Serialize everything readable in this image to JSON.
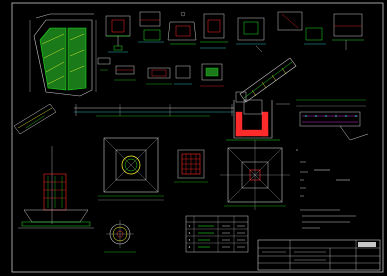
{
  "drawing": {
    "colors": {
      "background": "#ffffff",
      "sheet": "#000000",
      "outline": "#c8c8c8",
      "green": "#1ee01e",
      "red": "#ff2a2a",
      "yellow": "#ffff33",
      "cyan": "#33e6e6",
      "magenta": "#ff33ff",
      "white": "#f2f2f2"
    },
    "schedule": {
      "header": [
        "",
        "",
        "",
        ""
      ],
      "rows": [
        {
          "no": "1",
          "c1": "",
          "c2": "",
          "c3": ""
        },
        {
          "no": "2",
          "c1": "",
          "c2": "",
          "c3": ""
        },
        {
          "no": "3",
          "c1": "",
          "c2": "",
          "c3": ""
        },
        {
          "no": "4",
          "c1": "",
          "c2": "",
          "c3": ""
        }
      ]
    },
    "title_block": {
      "label": ""
    }
  }
}
